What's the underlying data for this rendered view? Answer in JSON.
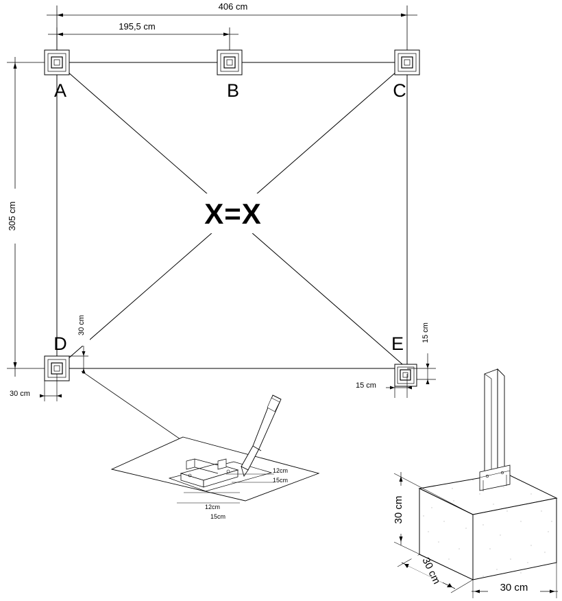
{
  "diagram": {
    "title_symbol": "X=X",
    "top_dimension": "406 cm",
    "top_half_dimension": "195,5 cm",
    "left_dimension": "305 cm",
    "offset_left_bottom": "30 cm",
    "offset_left_vertical": "30 cm",
    "offset_right_bottom": "15 cm",
    "offset_right_vertical": "15 cm",
    "nodes": [
      {
        "id": "A",
        "label": "A"
      },
      {
        "id": "B",
        "label": "B"
      },
      {
        "id": "C",
        "label": "C"
      },
      {
        "id": "D",
        "label": "D"
      },
      {
        "id": "E",
        "label": "E"
      }
    ],
    "detail_plate": {
      "width_label_1": "12cm",
      "width_label_2": "15cm",
      "width_label_3": "12cm",
      "width_label_4": "15cm"
    },
    "footing": {
      "height_label": "30 cm",
      "depth_label": "30 cm",
      "width_label": "30 cm"
    }
  }
}
